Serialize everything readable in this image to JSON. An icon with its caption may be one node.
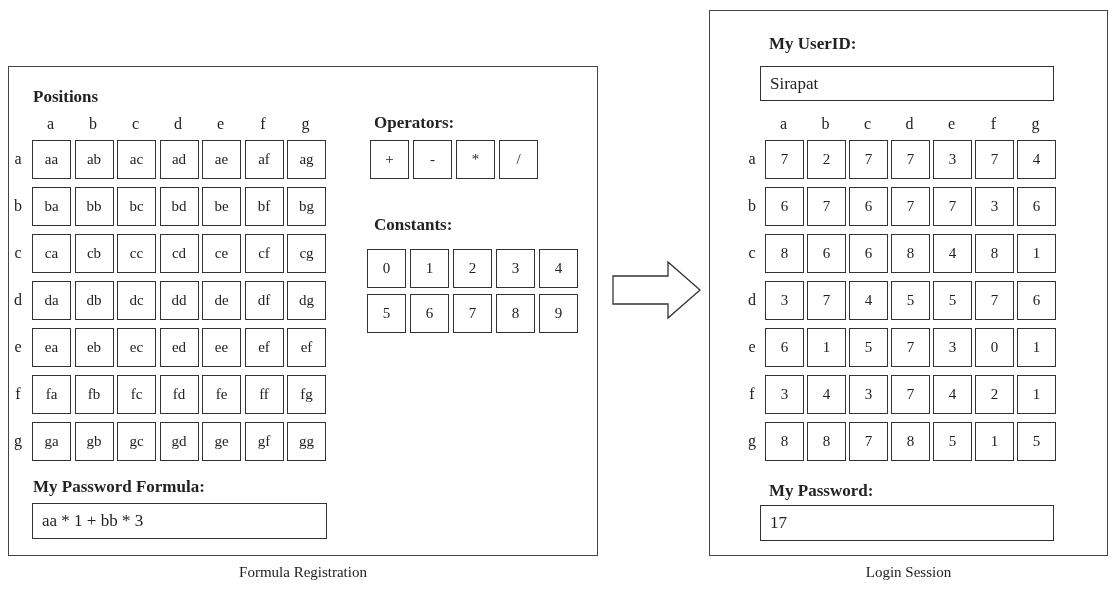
{
  "diagram": {
    "nodes": [
      {
        "text": [
          "Positions",
          "Operators:",
          "Constants:",
          "My Password Formula:"
        ],
        "beside": [
          "Formula Registration"
        ]
      },
      {
        "text": [
          "aa"
        ],
        "in": 0
      },
      {
        "text": [
          "ab"
        ],
        "in": 0
      },
      {
        "text": [
          "ac"
        ],
        "in": 0
      },
      {
        "text": [
          "ad"
        ],
        "in": 0
      },
      {
        "text": [
          "ae"
        ],
        "in": 0
      },
      {
        "text": [
          "af"
        ],
        "in": 0
      },
      {
        "text": [
          "ag"
        ],
        "in": 0
      },
      {
        "text": [
          "ba"
        ],
        "in": 0
      },
      {
        "text": [
          "bb"
        ],
        "in": 0
      },
      {
        "text": [
          "bc"
        ],
        "in": 0
      },
      {
        "text": [
          "bd"
        ],
        "in": 0
      },
      {
        "text": [
          "be"
        ],
        "in": 0
      },
      {
        "text": [
          "bf"
        ],
        "in": 0
      },
      {
        "text": [
          "bg"
        ],
        "in": 0
      },
      {
        "text": [
          "ca"
        ],
        "in": 0
      },
      {
        "text": [
          "cb"
        ],
        "in": 0
      },
      {
        "text": [
          "cc"
        ],
        "in": 0
      },
      {
        "text": [
          "cd"
        ],
        "in": 0
      },
      {
        "text": [
          "ce"
        ],
        "in": 0
      },
      {
        "text": [
          "cf"
        ],
        "in": 0
      },
      {
        "text": [
          "cg"
        ],
        "in": 0
      },
      {
        "text": [
          "da"
        ],
        "in": 0
      },
      {
        "text": [
          "db"
        ],
        "in": 0
      },
      {
        "text": [
          "dc"
        ],
        "in": 0
      },
      {
        "text": [
          "dd"
        ],
        "in": 0
      },
      {
        "text": [
          "de"
        ],
        "in": 0
      },
      {
        "text": [
          "df"
        ],
        "in": 0
      },
      {
        "text": [
          "dg"
        ],
        "in": 0
      },
      {
        "text": [
          "ea"
        ],
        "in": 0
      },
      {
        "text": [
          "eb"
        ],
        "in": 0
      },
      {
        "text": [
          "ec"
        ],
        "in": 0
      },
      {
        "text": [
          "ed"
        ],
        "in": 0
      },
      {
        "text": [
          "ee"
        ],
        "in": 0
      },
      {
        "text": [
          "ef"
        ],
        "in": 0
      },
      {
        "text": [
          "ef"
        ],
        "in": 0
      },
      {
        "text": [
          "fa"
        ],
        "in": 0
      },
      {
        "text": [
          "fb"
        ],
        "in": 0
      },
      {
        "text": [
          "fc"
        ],
        "in": 0
      },
      {
        "text": [
          "fd"
        ],
        "in": 0
      },
      {
        "text": [
          "fe"
        ],
        "in": 0
      },
      {
        "text": [
          "ff"
        ],
        "in": 0
      },
      {
        "text": [
          "fg"
        ],
        "in": 0
      },
      {
        "text": [
          "ga"
        ],
        "in": 0
      },
      {
        "text": [
          "gb"
        ],
        "in": 0
      },
      {
        "text": [
          "gc"
        ],
        "in": 0
      },
      {
        "text": [
          "gd"
        ],
        "in": 0
      },
      {
        "text": [
          "ge"
        ],
        "in": 0
      },
      {
        "text": [
          "gf"
        ],
        "in": 0
      },
      {
        "text": [
          "gg"
        ],
        "in": 0
      },
      {
        "text": [
          "+"
        ],
        "in": 0
      },
      {
        "text": [
          "-"
        ],
        "in": 0
      },
      {
        "text": [
          "*"
        ],
        "in": 0
      },
      {
        "text": [
          "/"
        ],
        "in": 0
      },
      {
        "text": [
          "0"
        ],
        "in": 0
      },
      {
        "text": [
          "1"
        ],
        "in": 0
      },
      {
        "text": [
          "2"
        ],
        "in": 0
      },
      {
        "text": [
          "3"
        ],
        "in": 0
      },
      {
        "text": [
          "4"
        ],
        "in": 0
      },
      {
        "text": [
          "5"
        ],
        "in": 0
      },
      {
        "text": [
          "6"
        ],
        "in": 0
      },
      {
        "text": [
          "7"
        ],
        "in": 0
      },
      {
        "text": [
          "8"
        ],
        "in": 0
      },
      {
        "text": [
          "9"
        ],
        "in": 0
      },
      {
        "text": [
          "aa * 1 + bb * 3"
        ],
        "in": 0
      },
      {
        "text": [
          "My UserID:",
          "My Password:"
        ],
        "beside": [
          "Login Session"
        ]
      },
      {
        "text": [
          "Sirapat"
        ],
        "in": 65
      },
      {
        "text": [
          "7"
        ],
        "in": 65
      },
      {
        "text": [
          "2"
        ],
        "in": 65
      },
      {
        "text": [
          "7"
        ],
        "in": 65
      },
      {
        "text": [
          "7"
        ],
        "in": 65
      },
      {
        "text": [
          "3"
        ],
        "in": 65
      },
      {
        "text": [
          "7"
        ],
        "in": 65
      },
      {
        "text": [
          "4"
        ],
        "in": 65
      },
      {
        "text": [
          "6"
        ],
        "in": 65
      },
      {
        "text": [
          "7"
        ],
        "in": 65
      },
      {
        "text": [
          "6"
        ],
        "in": 65
      },
      {
        "text": [
          "7"
        ],
        "in": 65
      },
      {
        "text": [
          "7"
        ],
        "in": 65
      },
      {
        "text": [
          "3"
        ],
        "in": 65
      },
      {
        "text": [
          "6"
        ],
        "in": 65
      },
      {
        "text": [
          "8"
        ],
        "in": 65
      },
      {
        "text": [
          "6"
        ],
        "in": 65
      },
      {
        "text": [
          "6"
        ],
        "in": 65
      },
      {
        "text": [
          "8"
        ],
        "in": 65
      },
      {
        "text": [
          "4"
        ],
        "in": 65
      },
      {
        "text": [
          "8"
        ],
        "in": 65
      },
      {
        "text": [
          "1"
        ],
        "in": 65
      },
      {
        "text": [
          "3"
        ],
        "in": 65
      },
      {
        "text": [
          "7"
        ],
        "in": 65
      },
      {
        "text": [
          "4"
        ],
        "in": 65
      },
      {
        "text": [
          "5"
        ],
        "in": 65
      },
      {
        "text": [
          "5"
        ],
        "in": 65
      },
      {
        "text": [
          "7"
        ],
        "in": 65
      },
      {
        "text": [
          "6"
        ],
        "in": 65
      },
      {
        "text": [
          "6"
        ],
        "in": 65
      },
      {
        "text": [
          "1"
        ],
        "in": 65
      },
      {
        "text": [
          "5"
        ],
        "in": 65
      },
      {
        "text": [
          "7"
        ],
        "in": 65
      },
      {
        "text": [
          "3"
        ],
        "in": 65
      },
      {
        "text": [
          "0"
        ],
        "in": 65
      },
      {
        "text": [
          "1"
        ],
        "in": 65
      },
      {
        "text": [
          "3"
        ],
        "in": 65
      },
      {
        "text": [
          "4"
        ],
        "in": 65
      },
      {
        "text": [
          "3"
        ],
        "in": 65
      },
      {
        "text": [
          "7"
        ],
        "in": 65
      },
      {
        "text": [
          "4"
        ],
        "in": 65
      },
      {
        "text": [
          "2"
        ],
        "in": 65
      },
      {
        "text": [
          "1"
        ],
        "in": 65
      },
      {
        "text": [
          "8"
        ],
        "in": 65
      },
      {
        "text": [
          "8"
        ],
        "in": 65
      },
      {
        "text": [
          "7"
        ],
        "in": 65
      },
      {
        "text": [
          "8"
        ],
        "in": 65
      },
      {
        "text": [
          "5"
        ],
        "in": 65
      },
      {
        "text": [
          "1"
        ],
        "in": 65
      },
      {
        "text": [
          "5"
        ],
        "in": 65
      },
      {
        "text": [
          "17"
        ],
        "in": 65
      }
    ],
    "edges": [
      {
        "from": 0,
        "to": 65,
        "arrow": "to"
      }
    ],
    "labels": [
      "a",
      "b",
      "c",
      "d",
      "e",
      "f",
      "g",
      "a",
      "b",
      "c",
      "d",
      "e",
      "f",
      "g",
      "a",
      "b",
      "c",
      "d",
      "e",
      "f",
      "g",
      "a",
      "b",
      "c",
      "d",
      "e",
      "f",
      "g"
    ]
  }
}
